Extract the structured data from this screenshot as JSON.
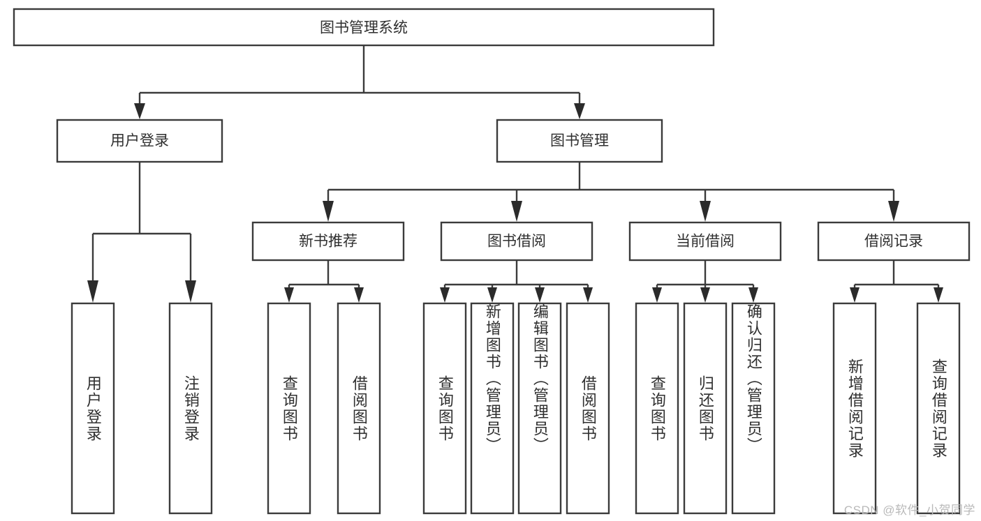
{
  "diagram": {
    "title": "图书管理系统",
    "type": "hierarchy-tree",
    "watermark": "CSDN @软件_小贺同学",
    "colors": {
      "background": "#ffffff",
      "box_stroke": "#3b3b3b",
      "box_fill": "#ffffff",
      "text": "#2f2f2f",
      "connector": "#3b3b3b",
      "watermark": "#b9b9b9"
    },
    "root": {
      "label": "图书管理系统"
    },
    "level1": [
      {
        "id": "user-login",
        "label": "用户登录"
      },
      {
        "id": "book-manage",
        "label": "图书管理"
      }
    ],
    "level2": [
      {
        "id": "new-book-recommend",
        "label": "新书推荐",
        "parent": "book-manage"
      },
      {
        "id": "book-borrow",
        "label": "图书借阅",
        "parent": "book-manage"
      },
      {
        "id": "current-borrow",
        "label": "当前借阅",
        "parent": "book-manage"
      },
      {
        "id": "borrow-record",
        "label": "借阅记录",
        "parent": "book-manage"
      }
    ],
    "leaves": {
      "user-login": [
        {
          "id": "leaf-user-login",
          "label": "用户登录"
        },
        {
          "id": "leaf-user-logout",
          "label": "注销登录"
        }
      ],
      "new-book-recommend": [
        {
          "id": "leaf-query-book-1",
          "label": "查询图书"
        },
        {
          "id": "leaf-borrow-book-1",
          "label": "借阅图书"
        }
      ],
      "book-borrow": [
        {
          "id": "leaf-query-book-2",
          "label": "查询图书"
        },
        {
          "id": "leaf-add-book",
          "label": "新增图书（管理员）"
        },
        {
          "id": "leaf-edit-book",
          "label": "编辑图书（管理员）"
        },
        {
          "id": "leaf-borrow-book-2",
          "label": "借阅图书"
        }
      ],
      "current-borrow": [
        {
          "id": "leaf-query-book-3",
          "label": "查询图书"
        },
        {
          "id": "leaf-return-book",
          "label": "归还图书"
        },
        {
          "id": "leaf-confirm-return",
          "label": "确认归还（管理员）"
        }
      ],
      "borrow-record": [
        {
          "id": "leaf-add-record",
          "label": "新增借阅记录"
        },
        {
          "id": "leaf-query-record",
          "label": "查询借阅记录"
        }
      ]
    }
  }
}
